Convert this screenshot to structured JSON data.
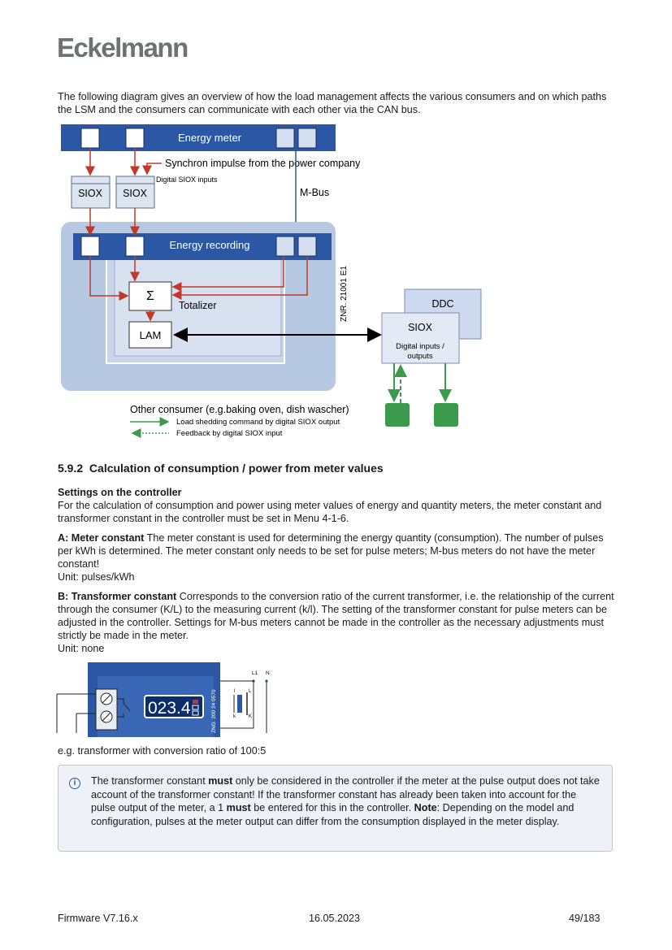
{
  "header": {
    "logo": "Eckelmann"
  },
  "intro": "The following diagram gives an overview of how the load management affects the various consumers and on which paths the LSM and the consumers can communicate with each other via the CAN bus.",
  "diagram": {
    "energy_meter": "Energy meter",
    "synchron": "Synchron impulse from the  power company",
    "digital_siox_inputs": "Digital SIOX inputs",
    "siox1": "SIOX",
    "siox2": "SIOX",
    "mbus": "M-Bus",
    "energy_recording": "Energy recording",
    "sigma": "Σ",
    "totalizer": "Totalizer",
    "lam": "LAM",
    "znr": "ZNR. 21001 E1",
    "ddc": "DDC",
    "siox_right": "SIOX",
    "digital_io_1": "Digital  inputs /",
    "digital_io_2": "outputs",
    "other_consumer": "Other consumer (e.g.baking oven, dish wascher)",
    "legend_shedding": "Load shedding command by digital SIOX output",
    "legend_feedback": "Feedback by digital SIOX input"
  },
  "section": {
    "number": "5.9.2",
    "title": "Calculation of consumption / power from meter values"
  },
  "settings": {
    "heading": "Settings on the controller",
    "text": "For the calculation of consumption and power using meter values of energy and quantity meters, the meter constant and transformer constant in the controller must be set in Menu 4-1-6."
  },
  "meter_constant": {
    "label": "A: Meter constant",
    "text": " The meter constant is used for determining the energy quantity (consumption). The number of pulses per kWh is determined. The meter constant only needs to be set for pulse meters; M-bus meters do not have the meter constant!",
    "unit": "Unit: pulses/kWh"
  },
  "transformer_constant": {
    "label": "B: Transformer constant",
    "text": " Corresponds to the conversion ratio of the current transformer, i.e. the relationship of the current through the consumer (K/L) to the measuring current (k/l). The setting of the transformer constant for pulse meters can be adjusted in the controller. Settings for M-bus meters cannot be made in the controller as the necessary adjustments must strictly be made in the meter.",
    "unit": "Unit: none"
  },
  "meter_image": {
    "display": "023.4",
    "znr": "ZNG. 200 24 0570",
    "l1": "L1",
    "n": "N",
    "l_upper": "L",
    "l_lower": "l",
    "k_upper": "K",
    "k_lower": "k"
  },
  "caption": "e.g. transformer with conversion ratio of 100:5",
  "note": {
    "icon": "i",
    "t1": "The transformer constant ",
    "must1": "must",
    "t2": " only be considered in the controller if the meter at the pulse output does not take account of the transformer constant! If the transformer constant has already been taken into account for the pulse output of the meter, a 1 ",
    "must2": "must",
    "t3": " be entered for this in the controller. ",
    "note_label": "Note",
    "t4": ": Depending on the model and configuration, pulses at the meter output can differ from the consumption displayed in the meter display."
  },
  "footer": {
    "firmware": "Firmware V7.16.x",
    "date": "16.05.2023",
    "page": "49/183"
  },
  "colors": {
    "dark_blue": "#2b57a4",
    "light_blue_bg": "#b7c8e3",
    "red_arrow": "#c0392b",
    "green": "#3b9a4b"
  }
}
